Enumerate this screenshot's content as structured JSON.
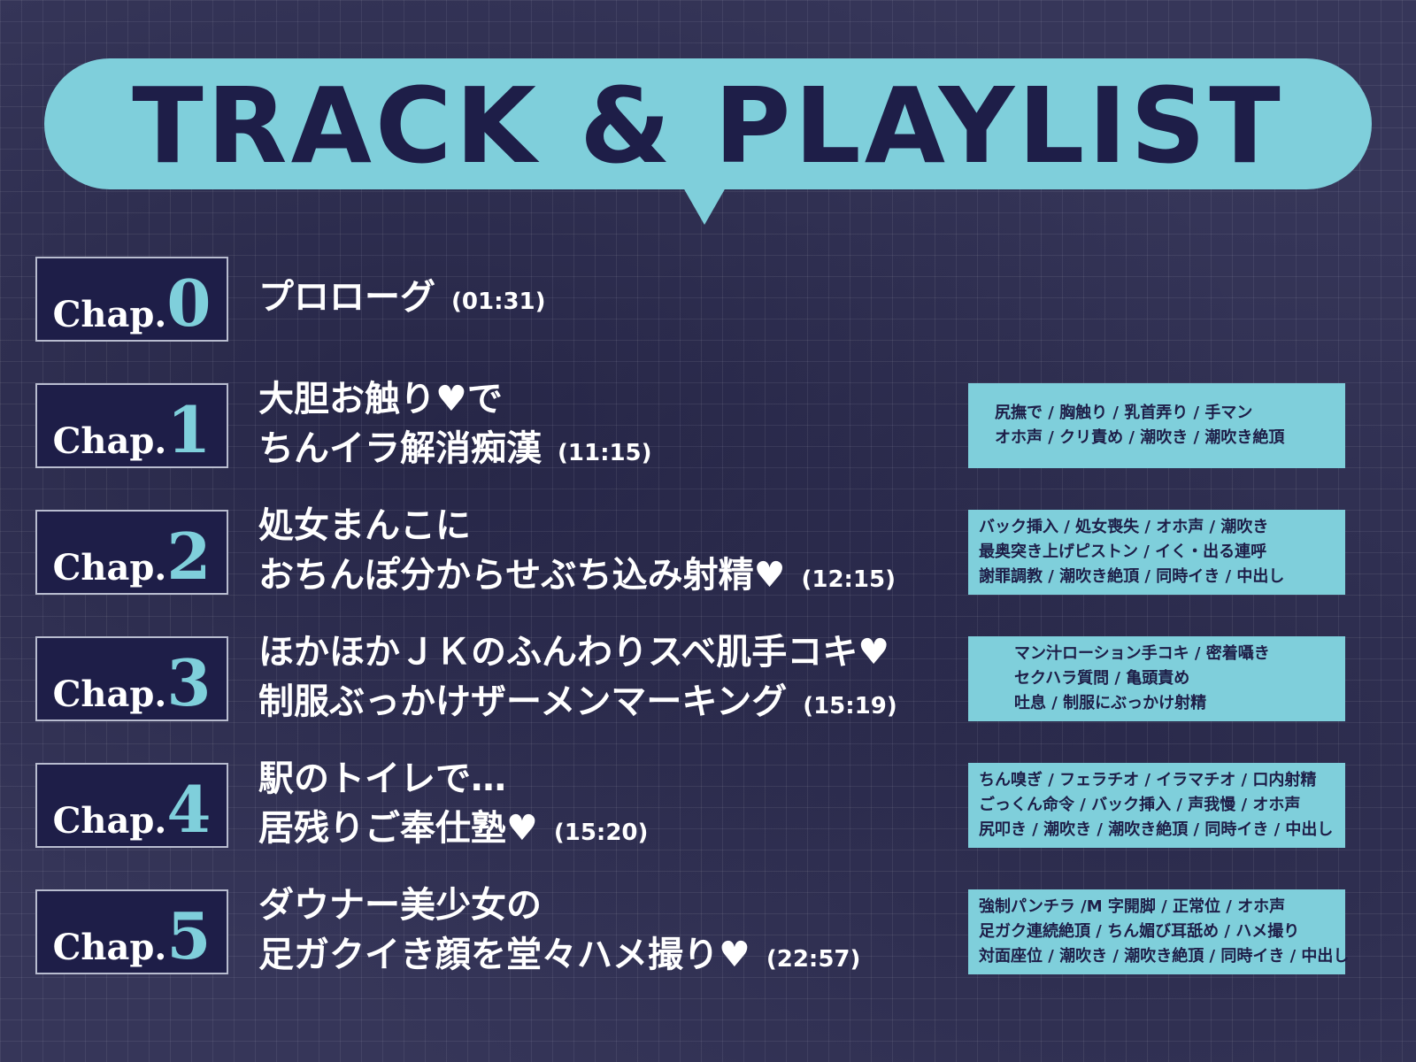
{
  "header": {
    "title": "TRACK & PLAYLIST"
  },
  "chapters": [
    {
      "label": "Chap.",
      "num": "0",
      "lines": [
        "プロローグ"
      ],
      "duration": "(01:31)",
      "tags": []
    },
    {
      "label": "Chap.",
      "num": "1",
      "lines": [
        "大胆お触り♥で",
        "ちんイラ解消痴漢"
      ],
      "duration": "(11:15)",
      "tags": [
        "尻撫で / 胸触り / 乳首弄り / 手マン",
        "オホ声 / クリ責め / 潮吹き / 潮吹き絶頂"
      ]
    },
    {
      "label": "Chap.",
      "num": "2",
      "lines": [
        "処女まんこに",
        "おちんぽ分からせぶち込み射精♥"
      ],
      "duration": "(12:15)",
      "tags": [
        "バック挿入 / 処女喪失 / オホ声 / 潮吹き",
        "最奥突き上げピストン / イく・出る連呼",
        "謝罪調教 / 潮吹き絶頂 / 同時イき / 中出し"
      ]
    },
    {
      "label": "Chap.",
      "num": "3",
      "lines": [
        "ほかほかＪＫのふんわりスベ肌手コキ♥",
        "制服ぶっかけザーメンマーキング"
      ],
      "duration": "(15:19)",
      "tags": [
        "マン汁ローション手コキ / 密着囁き",
        "セクハラ質問 / 亀頭責め",
        "吐息 / 制服にぶっかけ射精"
      ]
    },
    {
      "label": "Chap.",
      "num": "4",
      "lines": [
        "駅のトイレで…",
        "居残りご奉仕塾♥"
      ],
      "duration": "(15:20)",
      "tags": [
        "ちん嗅ぎ / フェラチオ / イラマチオ / 口内射精",
        "ごっくん命令 / バック挿入 / 声我慢 / オホ声",
        "尻叩き / 潮吹き / 潮吹き絶頂 / 同時イき / 中出し"
      ]
    },
    {
      "label": "Chap.",
      "num": "5",
      "lines": [
        "ダウナー美少女の",
        "足ガクイき顔を堂々ハメ撮り♥"
      ],
      "duration": "(22:57)",
      "tags": [
        "強制パンチラ /M 字開脚 / 正常位 / オホ声",
        "足ガク連続絶頂 / ちん媚び耳舐め / ハメ撮り",
        "対面座位 / 潮吹き / 潮吹き絶頂 / 同時イき / 中出し"
      ]
    }
  ]
}
